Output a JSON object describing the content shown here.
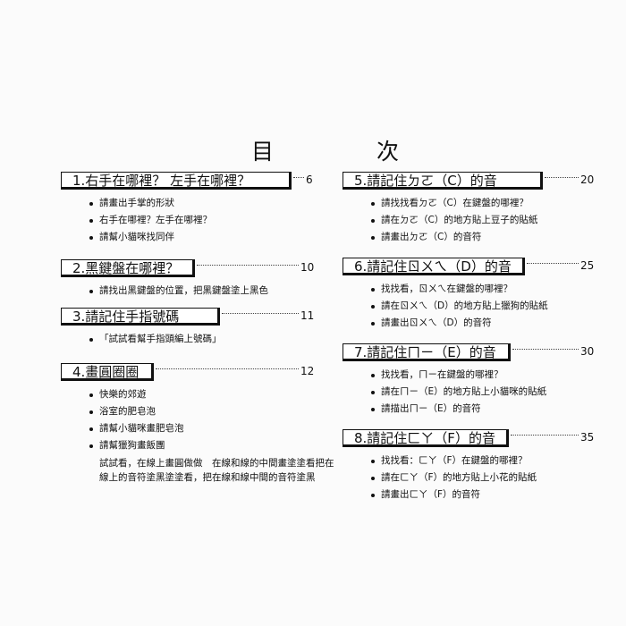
{
  "title": {
    "char1": "目",
    "char2": "次"
  },
  "left_column": [
    {
      "heading": "1.右手在哪裡？ 左手在哪裡？",
      "page": "6",
      "items": [
        "請畫出手掌的形狀",
        "右手在哪裡？左手在哪裡？",
        "請幫小貓咪找同伴"
      ]
    },
    {
      "heading": "2.黑鍵盤在哪裡？",
      "page": "10",
      "items": [
        "請找出黑鍵盤的位置，把黑鍵盤塗上黑色"
      ]
    },
    {
      "heading": "3.請記住手指號碼",
      "page": "11",
      "items": [
        "「試試看幫手指頭編上號碼」"
      ]
    },
    {
      "heading": "4.畫圓圈圈",
      "page": "12",
      "items": [
        "快樂的郊遊",
        "浴室的肥皂泡",
        "請幫小貓咪畫肥皂泡",
        "請幫獵狗畫飯團"
      ],
      "paragraph": "試試看，在線上畫圓做做　在線和線的中間畫塗塗看把在線上的音符塗黑塗塗看，把在線和線中間的音符塗黑"
    }
  ],
  "right_column": [
    {
      "heading": "5.請記住ㄉㄛ（C）的音",
      "page": "20",
      "items": [
        "請找找看ㄉㄛ（C）在鍵盤的哪裡？",
        "請在ㄉㄛ（C）的地方貼上豆子的貼紙",
        "請畫出ㄉㄛ（C）的音符"
      ]
    },
    {
      "heading": "6.請記住ㄖㄨㄟ（D）的音",
      "page": "25",
      "items": [
        "找找看，ㄖㄨㄟ在鍵盤的哪裡？",
        "請在ㄖㄨㄟ（D）的地方貼上獵狗的貼紙",
        "請畫出ㄖㄨㄟ（D）的音符"
      ]
    },
    {
      "heading": "7.請記住ㄇㄧ（E）的音",
      "page": "30",
      "items": [
        "找找看，ㄇㄧ在鍵盤的哪裡？",
        "請在ㄇㄧ（E）的地方貼上小貓咪的貼紙",
        "請描出ㄇㄧ（E）的音符"
      ]
    },
    {
      "heading": "8.請記住ㄈㄚ（F）的音",
      "page": "35",
      "items": [
        "找找看：ㄈㄚ（F）在鍵盤的哪裡？",
        "請在ㄈㄚ（F）的地方貼上小花的貼紙",
        "請畫出ㄈㄚ（F）的音符"
      ]
    }
  ]
}
